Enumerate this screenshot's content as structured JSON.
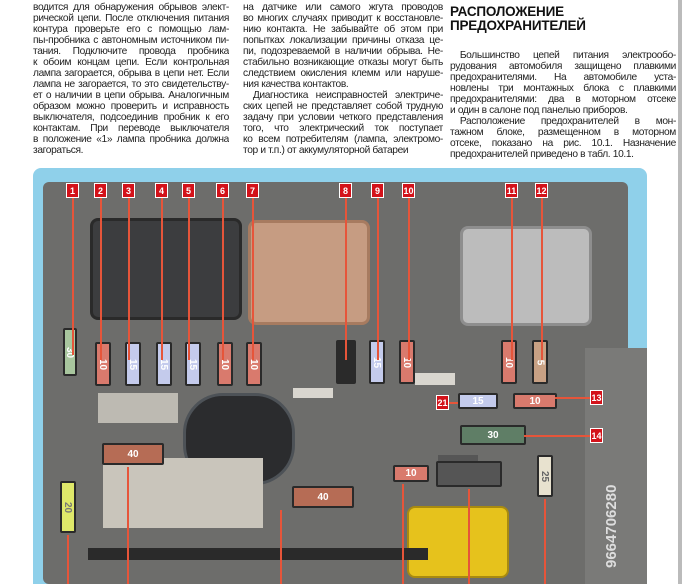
{
  "article": {
    "col1": [
      "водится для обнаружения обрывов элект-",
      "рической цепи. После отключения питания",
      "контура проверьте его с помощью лам-",
      "пы-пробника с автономным источником пи-",
      "тания. Подключите провода пробника",
      "к обоим концам цепи. Если контрольная",
      "лампа загорается, обрыва в цепи нет. Если",
      "лампа не загорается, то это свидетельству-",
      "ет о наличии в цепи обрыва. Аналогичным",
      "образом можно проверить и исправность",
      "выключателя, подсоединив пробник к его",
      "контактам. При переводе выключателя",
      "в положение «1» лампа пробника должна",
      "загораться."
    ],
    "col2": [
      "на датчике или самого жгута проводов",
      "во многих случаях приводит к восстановле-",
      "нию контакта. Не забывайте об этом при",
      "попытках локализации причины отказа це-",
      "пи, подозреваемой в наличии обрыва. Не-",
      "стабильно возникающие отказы могут быть",
      "следствием окисления клемм или наруше-",
      "ния качества контактов.",
      "   Диагностика неисправностей электриче-",
      "ских цепей не представляет собой трудную",
      "задачу при условии четкого представления",
      "того, что электрический ток поступает",
      "ко всем потребителям (лампа, электромо-",
      "тор и т.п.) от аккумуляторной батареи"
    ],
    "heading": [
      "РАСПОЛОЖЕНИЕ",
      "ПРЕДОХРАНИТЕЛЕЙ"
    ],
    "col3": [
      "   Большинство цепей питания электрообо-",
      "рудования автомобиля защищено плавкими",
      "предохранителями. На автомобиле уста-",
      "новлены три монтажных блока с плавкими",
      "предохранителями: два в моторном отсеке",
      "и один в салоне под панелью приборов.",
      "   Расположение предохранителей в мон-",
      "тажном блоке, размещенном в моторном",
      "отсеке, показано на рис. 10.1. Назначение",
      "предохранителей приведено в табл. 10.1."
    ]
  },
  "photo": {
    "callouts": [
      "1",
      "2",
      "3",
      "4",
      "5",
      "6",
      "7",
      "8",
      "9",
      "10",
      "11",
      "12",
      "13",
      "14",
      "21"
    ],
    "fuses": {
      "f1": "30",
      "f2": "10",
      "f3": "15",
      "f4": "15",
      "f5": "15",
      "f6": "10",
      "f7": "10",
      "f9": "15",
      "f10": "10",
      "f11": "10",
      "f12": "5",
      "f21": "15",
      "f13": "10",
      "f14": "30",
      "fa": "40",
      "fb": "20",
      "fc": "40",
      "fd": "10",
      "fe": "25"
    },
    "part_number": "9664706280"
  }
}
